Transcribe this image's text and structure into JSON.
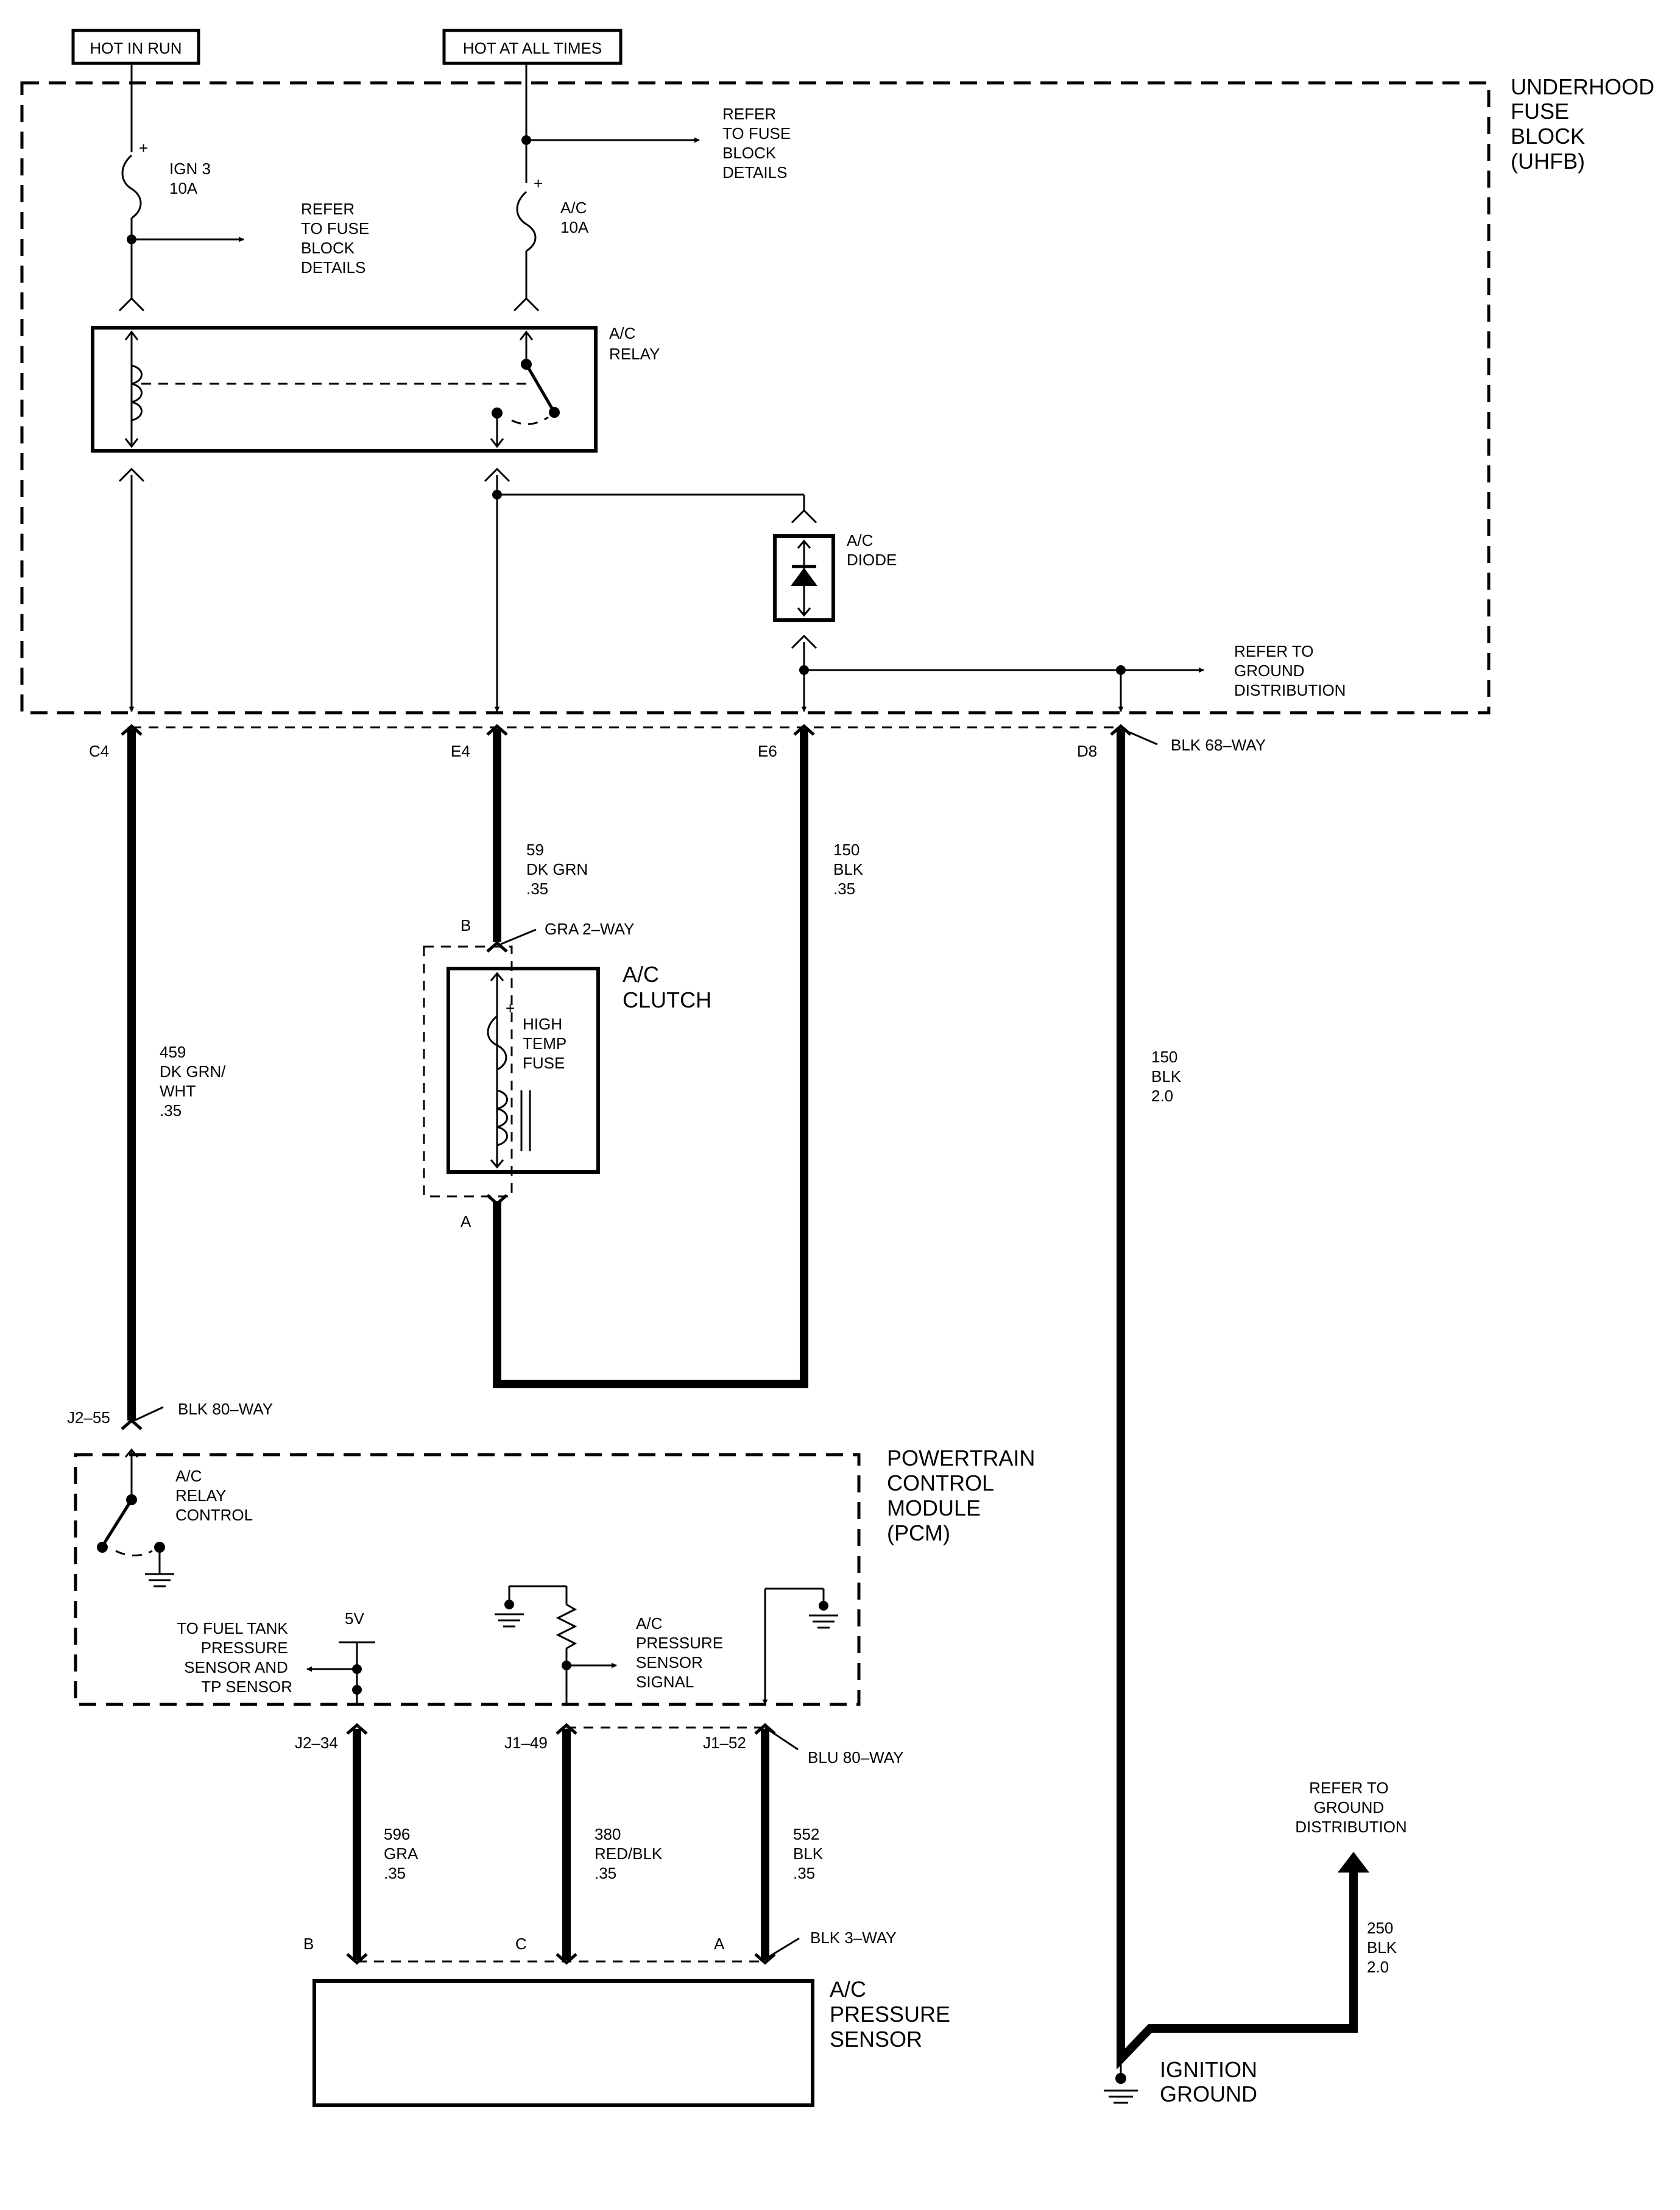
{
  "sources": {
    "hot_in_run": "HOT IN RUN",
    "hot_at_all_times": "HOT AT ALL TIMES"
  },
  "uhfb": {
    "label": [
      "UNDERHOOD",
      "FUSE",
      "BLOCK",
      "(UHFB)"
    ]
  },
  "fuses": {
    "ign3": {
      "name": "IGN 3",
      "rating": "10A"
    },
    "ac": {
      "name": "A/C",
      "rating": "10A"
    }
  },
  "refer_fuse_block": [
    "REFER",
    "TO FUSE",
    "BLOCK",
    "DETAILS"
  ],
  "relay": [
    "A/C",
    "RELAY"
  ],
  "diode": [
    "A/C",
    "DIODE"
  ],
  "refer_ground": [
    "REFER TO",
    "GROUND",
    "DISTRIBUTION"
  ],
  "uhfb_pins": {
    "c4": "C4",
    "e4": "E4",
    "e6": "E6",
    "d8": "D8",
    "connector": "BLK 68–WAY"
  },
  "wires": {
    "w59": [
      "59",
      "DK GRN",
      ".35"
    ],
    "w150a": [
      "150",
      "BLK",
      ".35"
    ],
    "w459": [
      "459",
      "DK GRN/",
      "WHT",
      ".35"
    ],
    "w150b": [
      "150",
      "BLK",
      "2.0"
    ],
    "w596": [
      "596",
      "GRA",
      ".35"
    ],
    "w380": [
      "380",
      "RED/BLK",
      ".35"
    ],
    "w552": [
      "552",
      "BLK",
      ".35"
    ],
    "w250": [
      "250",
      "BLK",
      "2.0"
    ]
  },
  "clutch": {
    "label": [
      "A/C",
      "CLUTCH"
    ],
    "pin_b": "B",
    "pin_a": "A",
    "connector": "GRA 2–WAY",
    "fuse": [
      "HIGH",
      "TEMP",
      "FUSE"
    ]
  },
  "pcm": {
    "label": [
      "POWERTRAIN",
      "CONTROL",
      "MODULE",
      "(PCM)"
    ],
    "pin_j2_55": "J2–55",
    "connector_80_blk": "BLK 80–WAY",
    "relay_control": [
      "A/C",
      "RELAY",
      "CONTROL"
    ],
    "v5": "5V",
    "fuel_tank": [
      "TO FUEL TANK",
      "PRESSURE",
      "SENSOR AND",
      "TP SENSOR"
    ],
    "pressure_signal": [
      "A/C",
      "PRESSURE",
      "SENSOR",
      "SIGNAL"
    ],
    "pin_j2_34": "J2–34",
    "pin_j1_49": "J1–49",
    "pin_j1_52": "J1–52",
    "connector_80_blu": "BLU 80–WAY"
  },
  "pressure_sensor": {
    "label": [
      "A/C",
      "PRESSURE",
      "SENSOR"
    ],
    "pin_b": "B",
    "pin_c": "C",
    "pin_a": "A",
    "connector": "BLK 3–WAY"
  },
  "ground": {
    "label": [
      "IGNITION",
      "GROUND"
    ]
  }
}
